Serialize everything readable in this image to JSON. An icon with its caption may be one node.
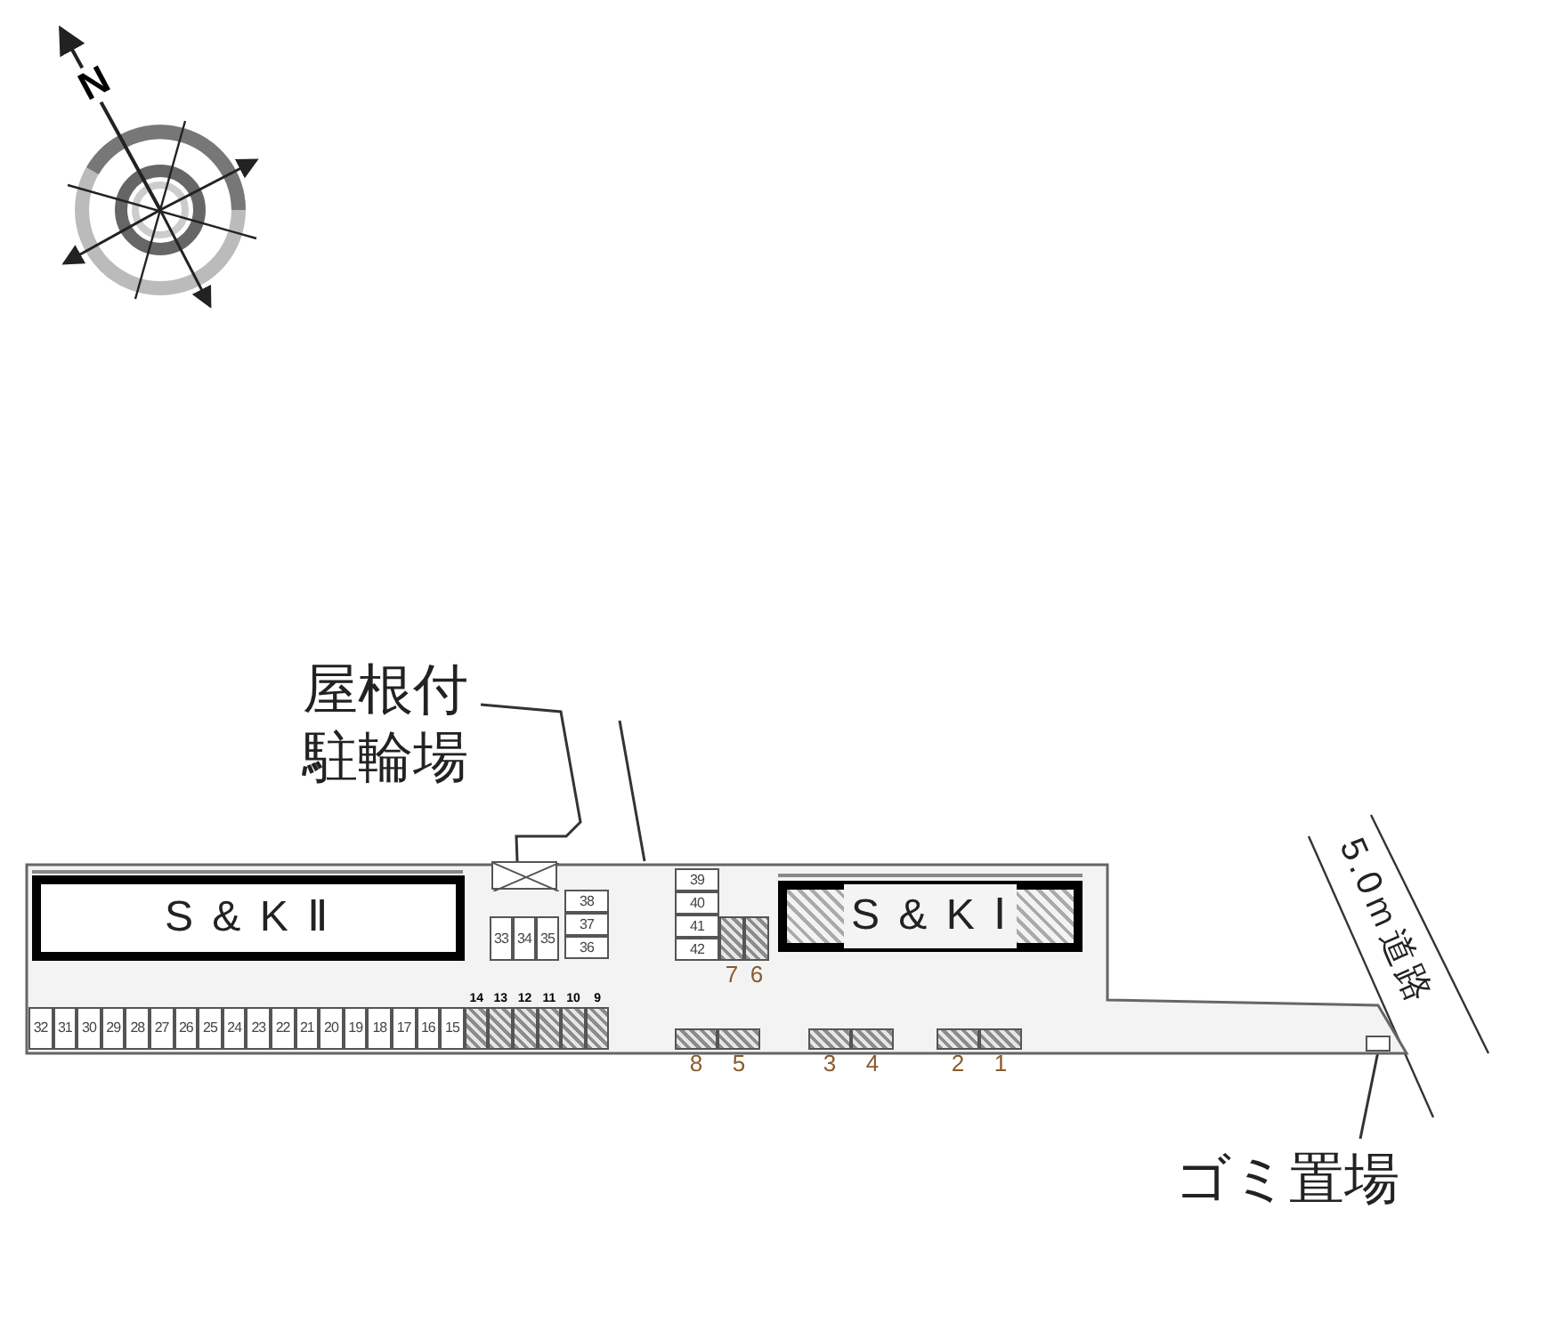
{
  "diagram": {
    "nodes": [
      {
        "text": [
          "屋根付駐輪場"
        ]
      },
      {
        "text": [],
        "shape": "box"
      },
      {
        "text": [],
        "shape": "box",
        "in": 1
      },
      {
        "text": [
          "S & K Ⅱ"
        ],
        "in": 1
      },
      {
        "text": [
          "39"
        ],
        "in": 1
      },
      {
        "text": [
          "40"
        ],
        "in": 1
      },
      {
        "text": [
          "41"
        ],
        "in": 1
      },
      {
        "text": [
          "42"
        ],
        "in": 1
      },
      {
        "text": [
          "S & K Ⅰ"
        ],
        "in": 1
      },
      {
        "text": [
          "38"
        ],
        "in": 1
      },
      {
        "text": [
          "37"
        ],
        "in": 1
      },
      {
        "text": [
          "36"
        ],
        "in": 1
      },
      {
        "text": [
          "33"
        ],
        "in": 1
      },
      {
        "text": [
          "34"
        ],
        "in": 1
      },
      {
        "text": [
          "35"
        ],
        "in": 1
      },
      {
        "text": [],
        "shape": "box",
        "beside": [
          "7"
        ],
        "in": 1
      },
      {
        "text": [],
        "shape": "box",
        "beside": [
          "6"
        ],
        "in": 1
      },
      {
        "text": [
          "32"
        ],
        "in": 1
      },
      {
        "text": [
          "31"
        ],
        "in": 1
      },
      {
        "text": [
          "30"
        ],
        "in": 1
      },
      {
        "text": [
          "29"
        ],
        "in": 1
      },
      {
        "text": [
          "28"
        ],
        "in": 1
      },
      {
        "text": [
          "27"
        ],
        "in": 1
      },
      {
        "text": [
          "26"
        ],
        "in": 1
      },
      {
        "text": [
          "25"
        ],
        "in": 1
      },
      {
        "text": [
          "24"
        ],
        "in": 1
      },
      {
        "text": [
          "23"
        ],
        "in": 1
      },
      {
        "text": [
          "22"
        ],
        "in": 1
      },
      {
        "text": [
          "21"
        ],
        "in": 1
      },
      {
        "text": [
          "20"
        ],
        "in": 1
      },
      {
        "text": [
          "19"
        ],
        "in": 1
      },
      {
        "text": [
          "18"
        ],
        "in": 1
      },
      {
        "text": [
          "17"
        ],
        "in": 1
      },
      {
        "text": [
          "16"
        ],
        "in": 1
      },
      {
        "text": [
          "15"
        ],
        "in": 1
      },
      {
        "text": [],
        "shape": "box",
        "beside": [
          "14"
        ],
        "in": 1
      },
      {
        "text": [],
        "shape": "box",
        "beside": [
          "13"
        ],
        "in": 1
      },
      {
        "text": [],
        "shape": "box",
        "beside": [
          "12"
        ],
        "in": 1
      },
      {
        "text": [],
        "shape": "box",
        "beside": [
          "11"
        ],
        "in": 1
      },
      {
        "text": [],
        "shape": "box",
        "beside": [
          "10"
        ],
        "in": 1
      },
      {
        "text": [],
        "shape": "box",
        "beside": [
          "9"
        ],
        "in": 1
      },
      {
        "text": [],
        "shape": "box",
        "beside": [
          "8"
        ],
        "in": 1
      },
      {
        "text": [],
        "shape": "box",
        "beside": [
          "5"
        ],
        "in": 1
      },
      {
        "text": [],
        "shape": "box",
        "beside": [
          "3"
        ],
        "in": 1
      },
      {
        "text": [],
        "shape": "box",
        "beside": [
          "4"
        ],
        "in": 1
      },
      {
        "text": [],
        "shape": "box",
        "beside": [
          "2"
        ],
        "in": 1
      },
      {
        "text": [],
        "shape": "box",
        "beside": [
          "1"
        ],
        "in": 1
      },
      {
        "text": [],
        "shape": "box",
        "in": 1
      },
      {
        "text": [
          "5.0ｍ道路"
        ]
      },
      {
        "text": [
          "ゴミ置場"
        ]
      }
    ],
    "edges": [
      {
        "from": 0,
        "to": 2,
        "arrow": "none"
      },
      {
        "from": 49,
        "to": 47,
        "arrow": "none"
      }
    ],
    "labels": [
      "N"
    ]
  }
}
